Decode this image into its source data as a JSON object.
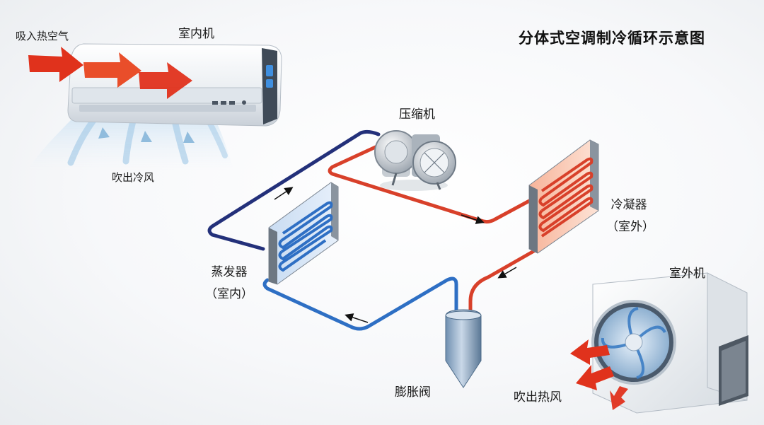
{
  "title": "分体式空调制冷循环示意图",
  "labels": {
    "indoor_unit": "室内机",
    "intake": "吸入热空气",
    "cold_out": "吹出冷风",
    "compressor": "压缩机",
    "condenser_line1": "冷凝器",
    "condenser_line2": "（室外）",
    "evaporator_line1": "蒸发器",
    "evaporator_line2": "（室内）",
    "outdoor_unit": "室外机",
    "expansion_valve": "膨胀阀",
    "hot_out": "吹出热风"
  },
  "colors": {
    "hot_pipe": "#d8402a",
    "cold_pipe": "#2e6fc4",
    "suction_pipe": "#23307a",
    "hot_air_arrow": "#e0321c",
    "cold_air": "#9cc6e6"
  }
}
